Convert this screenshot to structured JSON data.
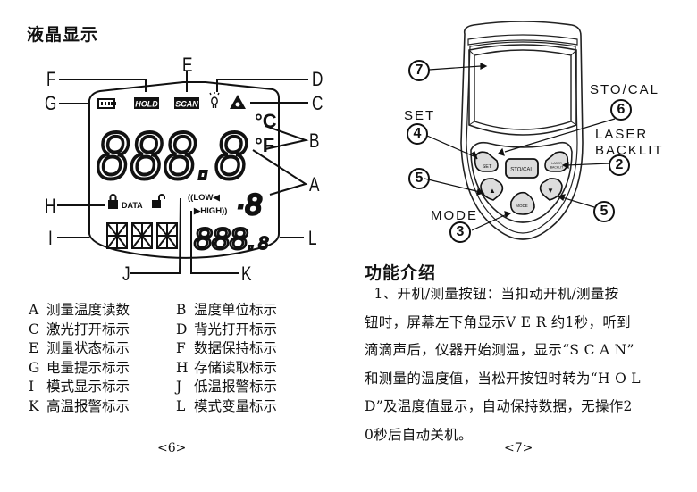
{
  "left_page": {
    "title": "液晶显示",
    "lcd": {
      "callouts": {
        "A": "A",
        "B": "B",
        "C": "C",
        "D": "D",
        "E": "E",
        "F": "F",
        "G": "G",
        "H": "H",
        "I": "I",
        "J": "J",
        "K": "K",
        "L": "L"
      },
      "hold_badge": "HOLD",
      "scan_badge": "SCAN",
      "main_digits": "888.8",
      "unit_c": "°C",
      "unit_f": "°F",
      "small_digit": "·8",
      "data_label": "DATA",
      "low_label": "((LOW◀",
      "high_label": "▶HIGH))",
      "mode_segments": "888",
      "sub_digits": "888.",
      "sub_digit_small": "8",
      "icons": [
        "battery-icon",
        "bulb-icon",
        "laser-triangle-icon",
        "lock-icon",
        "unlock-icon"
      ]
    },
    "legend": [
      {
        "key": "A",
        "text": "测量温度读数"
      },
      {
        "key": "B",
        "text": "温度单位标示"
      },
      {
        "key": "C",
        "text": "激光打开标示"
      },
      {
        "key": "D",
        "text": "背光打开标示"
      },
      {
        "key": "E",
        "text": "测量状态标示"
      },
      {
        "key": "F",
        "text": "数据保持标示"
      },
      {
        "key": "G",
        "text": "电量提示标示"
      },
      {
        "key": "H",
        "text": "存储读取标示"
      },
      {
        "key": "I",
        "text": "模式显示标示"
      },
      {
        "key": "J",
        "text": "低温报警标示"
      },
      {
        "key": "K",
        "text": "高温报警标示"
      },
      {
        "key": "L",
        "text": "模式变量标示"
      }
    ],
    "page_number": "<6>"
  },
  "right_page": {
    "device": {
      "labels": {
        "sto_cal": "STO/CAL",
        "set": "SET",
        "laser": "LASER",
        "backlit": "BACKLIT",
        "mode": "MODE"
      },
      "numbers": {
        "n7": "7",
        "n6": "6",
        "n4": "4",
        "n2": "2",
        "n5a": "5",
        "n5b": "5",
        "n3": "3"
      },
      "buttons": {
        "set": "SET",
        "sto_cal": "STO/CAL",
        "laser_backlit_1": "LASER",
        "laser_backlit_2": "BACKLIT",
        "mode": "MODE",
        "up": "▲",
        "down": "▼"
      }
    },
    "section_title": "功能介绍",
    "paragraph_lines": [
      "  1、开机/测量按钮：当扣动开机/测量按",
      "钮时，屏幕左下角显示V E R 约1秒，听到",
      "滴滴声后，仪器开始测温，显示“S C A N”",
      "和测量的温度值，当松开按钮时转为“H O L",
      "D”及温度值显示，自动保持数据，无操作2",
      "0秒后自动关机。"
    ],
    "page_number": "<7>"
  }
}
